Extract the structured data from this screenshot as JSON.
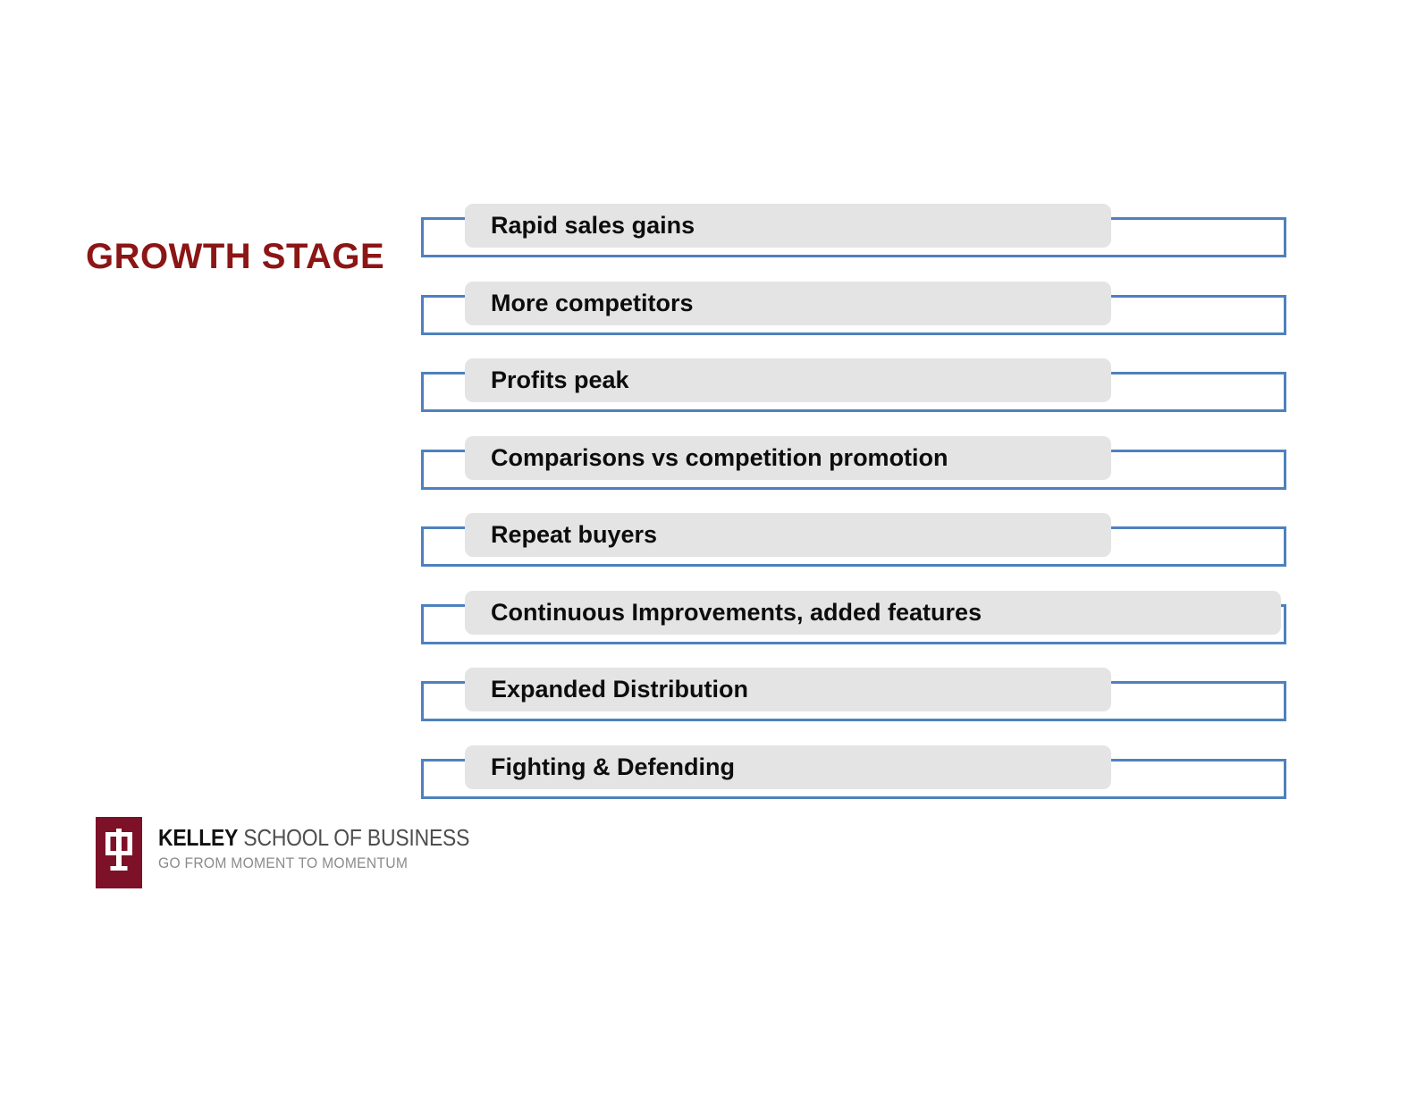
{
  "slide": {
    "title": "GROWTH STAGE",
    "title_color": "#8C1515",
    "background_color": "#FFFFFF"
  },
  "theme": {
    "frame_border_color": "#4E81BD",
    "plate_fill_color": "#E4E4E4",
    "label_text_color": "#0D0D0D",
    "logo_maroon": "#7D1128"
  },
  "diagram": {
    "type": "vertical-list",
    "rows": [
      {
        "label": "Rapid sales gains",
        "plate_width": "wide"
      },
      {
        "label": "More competitors",
        "plate_width": "wide"
      },
      {
        "label": "Profits peak",
        "plate_width": "wide"
      },
      {
        "label": "Comparisons vs competition promotion",
        "plate_width": "wide"
      },
      {
        "label": "Repeat buyers",
        "plate_width": "wide"
      },
      {
        "label": "Continuous Improvements, added features",
        "plate_width": "xwide"
      },
      {
        "label": "Expanded Distribution",
        "plate_width": "wide"
      },
      {
        "label": "Fighting & Defending",
        "plate_width": "wide"
      }
    ]
  },
  "logo": {
    "mark_name": "iu-trident-icon",
    "name_bold": "KELLEY",
    "name_rest": " SCHOOL OF BUSINESS",
    "tagline": "GO FROM MOMENT TO MOMENTUM"
  }
}
